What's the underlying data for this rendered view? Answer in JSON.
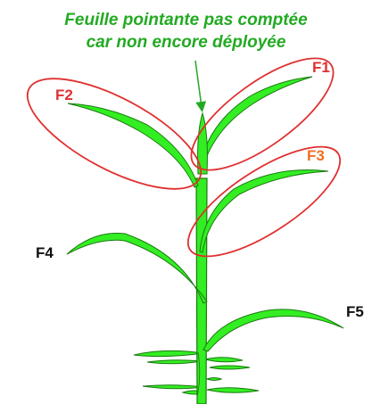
{
  "caption": {
    "line1": "Feuille pointante pas comptée",
    "line2": "car non encore déployée"
  },
  "leaf_labels": {
    "f1": "F1",
    "f2": "F2",
    "f3": "F3",
    "f4": "F4",
    "f5": "F5"
  },
  "colors": {
    "caption": "#22aa22",
    "leaf_fill": "#33ee22",
    "leaf_stroke": "#1a7a10",
    "highlight": "#e03030",
    "label_red": "#e03030",
    "label_orange": "#f07020",
    "label_black": "#111111"
  }
}
